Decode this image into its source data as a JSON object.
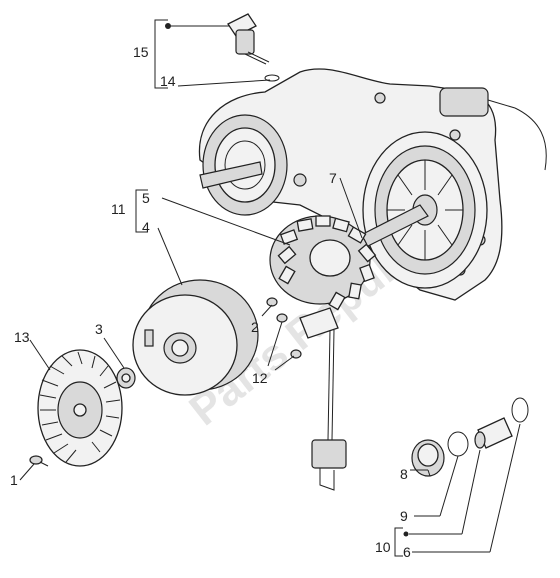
{
  "callouts": {
    "c1": "1",
    "c2": "2",
    "c3": "3",
    "c4": "4",
    "c5": "5",
    "c6": "6",
    "c7": "7",
    "c8": "8",
    "c9": "9",
    "c10": "10",
    "c11": "11",
    "c12": "12",
    "c13": "13",
    "c14": "14",
    "c15": "15"
  },
  "watermark": "Parts Republik"
}
